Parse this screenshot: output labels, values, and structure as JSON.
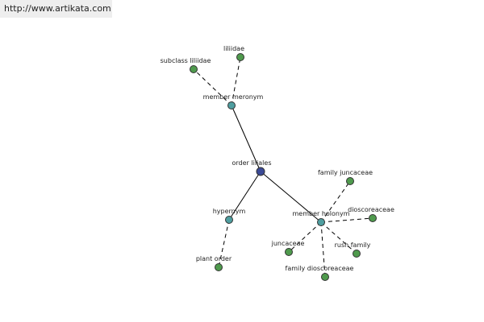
{
  "watermark": {
    "text": "http://www.artikata.com"
  },
  "colors": {
    "center": "#3b4a96",
    "relation": "#4f9ea0",
    "leaf": "#4f9a4d"
  },
  "graph": {
    "center": {
      "id": "order-liliales",
      "label": "order liliales"
    },
    "relations": [
      {
        "id": "member-meronym",
        "label": "member meronym",
        "terms": [
          {
            "id": "subclass-liliidae",
            "label": "subclass liliidae"
          },
          {
            "id": "liliidae",
            "label": "liliidae"
          }
        ]
      },
      {
        "id": "hypernym",
        "label": "hypernym",
        "terms": [
          {
            "id": "plant-order",
            "label": "plant order"
          }
        ]
      },
      {
        "id": "member-holonym",
        "label": "member holonym",
        "terms": [
          {
            "id": "family-juncaceae",
            "label": "family juncaceae"
          },
          {
            "id": "dioscoreaceae",
            "label": "dioscoreaceae"
          },
          {
            "id": "juncaceae",
            "label": "juncaceae"
          },
          {
            "id": "rush-family",
            "label": "rush family"
          },
          {
            "id": "family-dioscoreaceae",
            "label": "family dioscoreaceae"
          }
        ]
      }
    ]
  }
}
